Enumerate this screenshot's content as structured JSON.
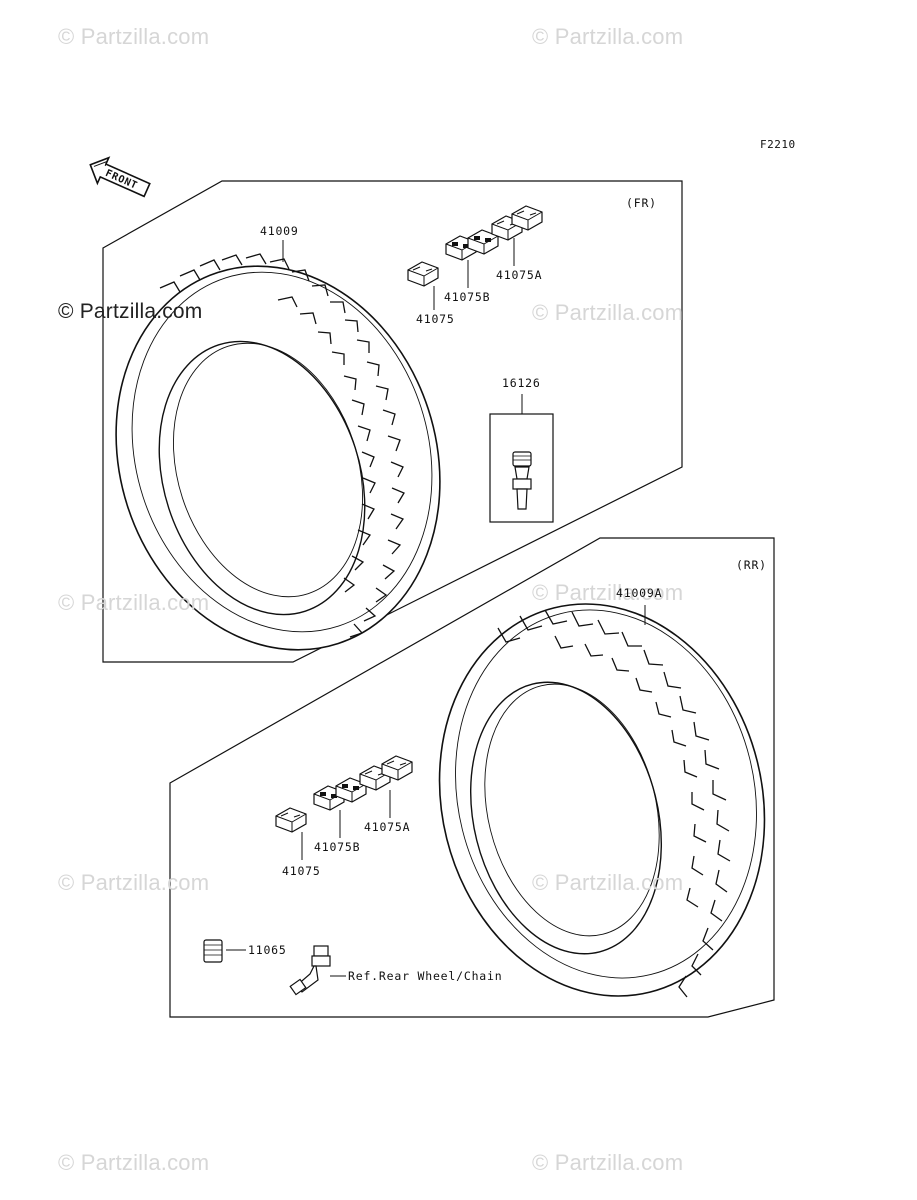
{
  "figure_code": "F2210",
  "front_arrow_label": "FRONT",
  "watermark_text": "© Partzilla.com",
  "front_assembly": {
    "section_label": "(FR)",
    "tire_part": "41009",
    "balance_weights": [
      "41075",
      "41075B",
      "41075A"
    ],
    "valve_part": "16126"
  },
  "rear_assembly": {
    "section_label": "(RR)",
    "tire_part": "41009A",
    "balance_weights": [
      "41075",
      "41075B",
      "41075A"
    ],
    "valve_cap_part": "11065",
    "valve_reference": "Ref.Rear Wheel/Chain"
  }
}
